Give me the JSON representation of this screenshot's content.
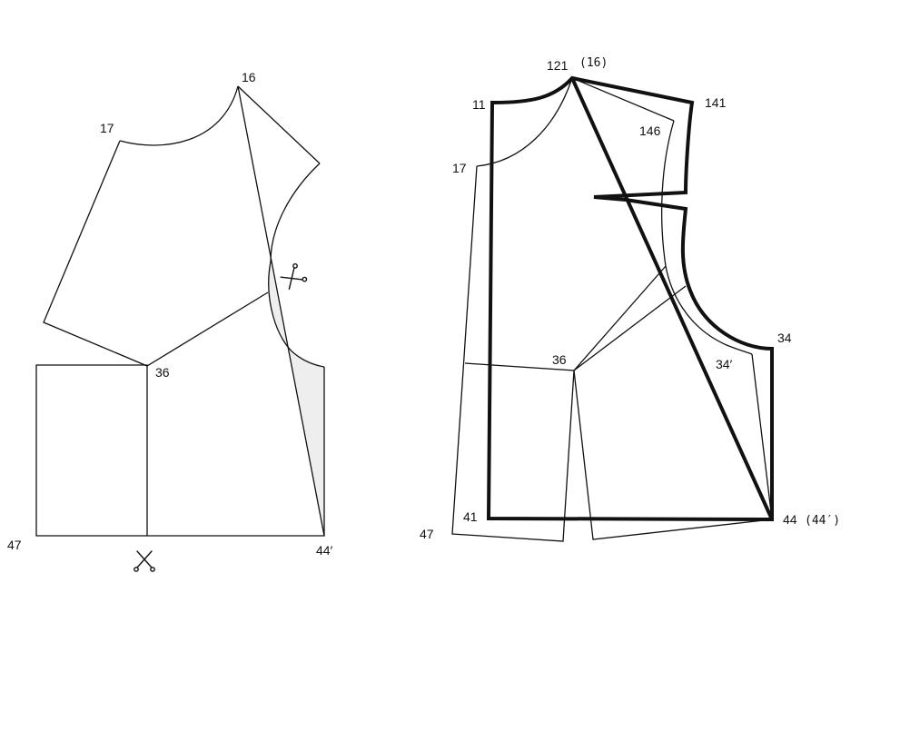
{
  "left_pattern": {
    "labels": {
      "p16": "16",
      "p17": "17",
      "p36": "36",
      "p47": "47",
      "p44": "44′"
    },
    "icons": [
      "scissors-icon",
      "scissors-icon"
    ]
  },
  "right_pattern": {
    "labels": {
      "p121": "121",
      "p121_alt": "(16)",
      "p11": "11",
      "p141": "141",
      "p146": "146",
      "p17": "17",
      "p36": "36",
      "p34": "34",
      "p34p": "34′",
      "p41": "41",
      "p47": "47",
      "p44": "44",
      "p44_alt": "(44′)"
    }
  }
}
